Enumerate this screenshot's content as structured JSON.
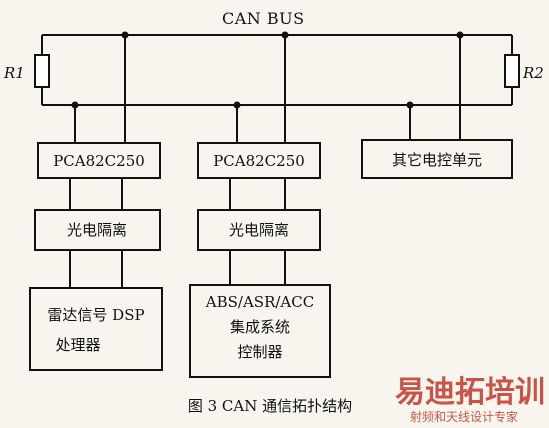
{
  "bus": {
    "label": "CAN BUS"
  },
  "resistors": {
    "left": "R1",
    "right": "R2"
  },
  "boxes": {
    "pca_left": "PCA82C250",
    "pca_mid": "PCA82C250",
    "other_ecu": "其它电控单元",
    "opto_left": "光电隔离",
    "opto_mid": "光电隔离",
    "radar_line1": "雷达信号 DSP",
    "radar_line2": "处理器",
    "abs_line1": "ABS/ASR/ACC",
    "abs_line2": "集成系统",
    "abs_line3": "控制器"
  },
  "caption": "图 3 CAN 通信拓扑结构",
  "watermark": {
    "main": "易迪拓培训",
    "sub": "射频和天线设计专家",
    "color": "#c0392b"
  }
}
